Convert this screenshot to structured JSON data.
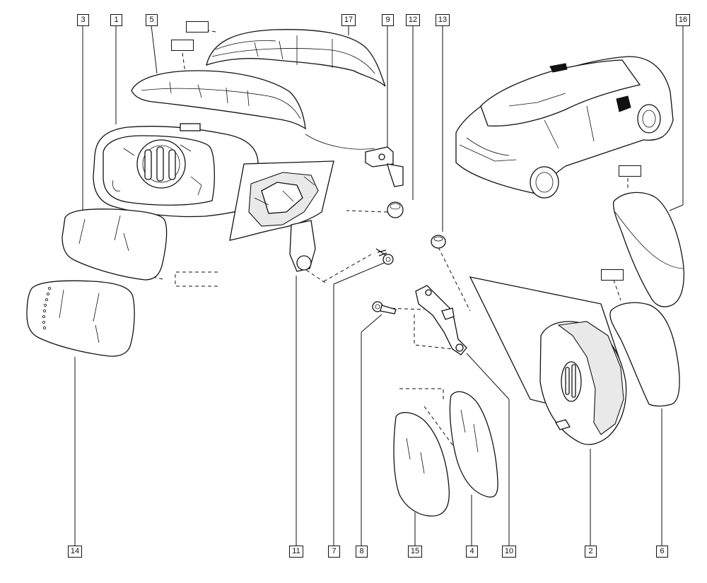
{
  "callouts": {
    "c3": "3",
    "c1": "1",
    "c5": "5",
    "c17": "17",
    "c9": "9",
    "c12": "12",
    "c13": "13",
    "c16": "16",
    "c14": "14",
    "c11": "11",
    "c7": "7",
    "c8": "8",
    "c15": "15",
    "c4": "4",
    "c10": "10",
    "c2": "2",
    "c6": "6"
  },
  "icons": {
    "placeholder_label": "blank-label-box",
    "arrow": "dashed-arrow"
  },
  "colors": {
    "line": "#111111",
    "background": "#ffffff",
    "shade": "#e9e9e9"
  }
}
